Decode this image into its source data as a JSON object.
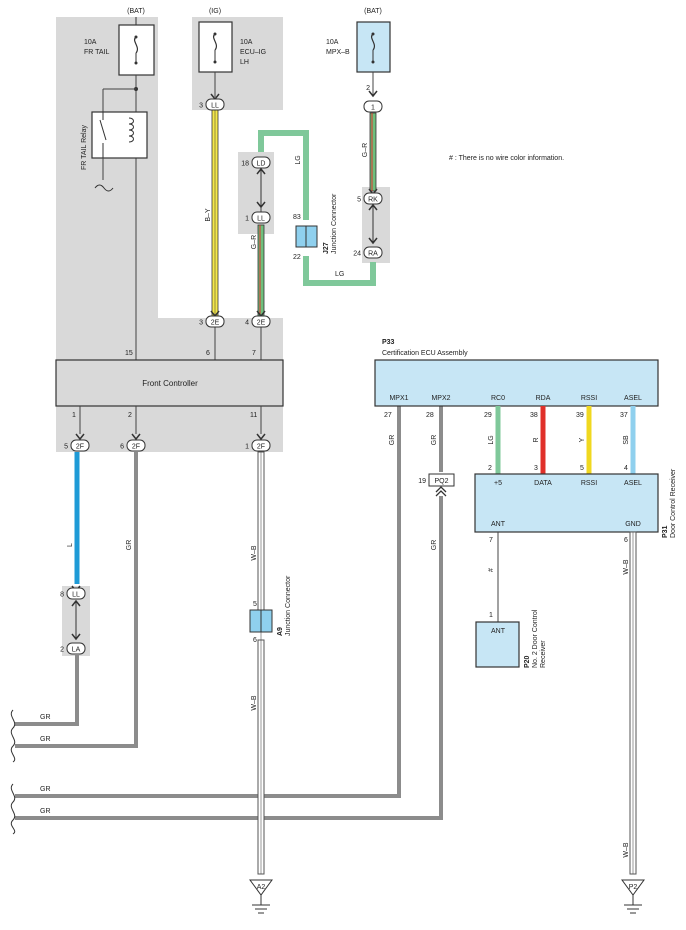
{
  "fuses": {
    "fr_tail": {
      "source": "(BAT)",
      "rating": "10A",
      "name": "FR TAIL"
    },
    "ecu_ig": {
      "source": "(IG)",
      "rating": "10A",
      "name1": "ECU–IG",
      "name2": "LH"
    },
    "mpx_b": {
      "source": "(BAT)",
      "rating": "10A",
      "name": "MPX–B"
    }
  },
  "relay": {
    "label": "FR TAIL Relay"
  },
  "note": "# : There is no wire color information.",
  "connectors": {
    "LL_top": {
      "code": "LL",
      "pin": "3"
    },
    "conn_1": {
      "code": "1",
      "pin": "2"
    },
    "LD": {
      "code": "LD",
      "pin": "18"
    },
    "LL_mid": {
      "code": "LL",
      "pin": "1"
    },
    "RK": {
      "code": "RK",
      "pin": "5"
    },
    "RA": {
      "code": "RA",
      "pin": "24"
    },
    "E2_a": {
      "code": "2E",
      "pin": "3"
    },
    "E2_b": {
      "code": "2E",
      "pin": "4"
    },
    "F2_a": {
      "code": "2F",
      "pin": "5"
    },
    "F2_b": {
      "code": "2F",
      "pin": "6"
    },
    "F2_c": {
      "code": "2F",
      "pin": "1"
    },
    "LL_low": {
      "code": "LL",
      "pin": "8"
    },
    "LA": {
      "code": "LA",
      "pin": "2"
    },
    "PQ2": {
      "code": "PQ2",
      "pin": "19"
    }
  },
  "junction_j27": {
    "id": "J27",
    "name": "Junction Connector",
    "pin_top": "83",
    "pin_bottom": "22"
  },
  "junction_a9": {
    "id": "A9",
    "name": "Junction Connector",
    "pin_top": "5",
    "pin_bottom": "6"
  },
  "front_controller": {
    "label": "Front Controller",
    "top_pins": [
      "15",
      "6",
      "7"
    ],
    "bottom_pins": [
      "1",
      "2",
      "11"
    ]
  },
  "cert_ecu": {
    "id": "P33",
    "name": "Certification ECU Assembly",
    "terminals": [
      "MPX1",
      "MPX2",
      "RC0",
      "RDA",
      "RSSI",
      "ASEL"
    ],
    "pins": [
      "27",
      "28",
      "29",
      "38",
      "39",
      "37"
    ]
  },
  "door_receiver": {
    "id": "P31",
    "name": "Door Control Receiver",
    "terminals_top": [
      "+5",
      "DATA",
      "RSSI",
      "ASEL"
    ],
    "pins_top": [
      "2",
      "3",
      "5",
      "4"
    ],
    "terminal_ant": "ANT",
    "terminal_gnd": "GND",
    "pin_ant": "7",
    "pin_gnd": "6"
  },
  "door_receiver2": {
    "id": "P20",
    "name1": "No. 2 Door Control",
    "name2": "Receiver",
    "terminal": "ANT",
    "pin": "1"
  },
  "wires": {
    "b_y": "B–Y",
    "lg": "LG",
    "g_r": "G–R",
    "l": "L",
    "gr": "GR",
    "w_b": "W–B",
    "r": "R",
    "y": "Y",
    "sb": "SB",
    "hash": "#"
  },
  "grounds": {
    "a2": "A2",
    "p2": "P2"
  },
  "colors": {
    "gray_bg": "#d9d9d9",
    "light_blue": "#c7e6f5",
    "wire_gray": "#8c8c8c",
    "wire_green": "#88cc99",
    "wire_blue": "#1e9ad6",
    "wire_red": "#e0302a",
    "wire_yellow": "#f0d820",
    "wire_skyblue": "#8fd0ee",
    "wire_lg": "#7fc89a"
  }
}
